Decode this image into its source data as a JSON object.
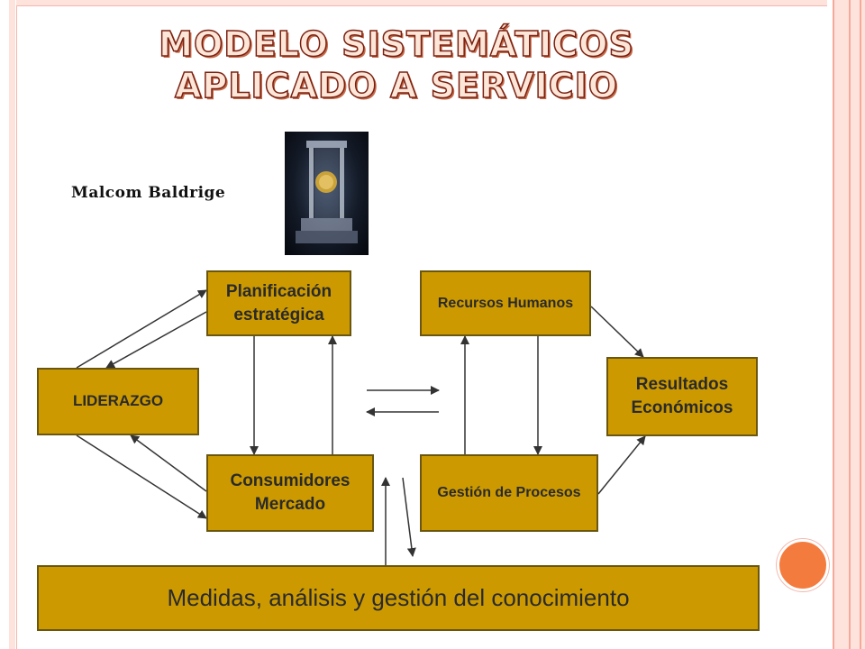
{
  "slide": {
    "title_line1": "Modelo sistemáticos",
    "title_line2": "aplicado a servicio",
    "caption": "Malcom Baldrige"
  },
  "diagram": {
    "boxes": {
      "planificacion": "Planificación\nestratégica",
      "recursos": "Recursos Humanos",
      "liderazgo": "LIDERAZGO",
      "resultados": "Resultados\nEconómicos",
      "consumidores": "Consumidores\nMercado",
      "gestion": "Gestión de Procesos",
      "medidas": "Medidas, análisis y gestión del conocimiento"
    }
  },
  "colors": {
    "box_fill": "#cc9a00",
    "title_stroke": "#7a1f10",
    "accent_circle": "#f47b3e",
    "frame": "#f6a99a"
  }
}
